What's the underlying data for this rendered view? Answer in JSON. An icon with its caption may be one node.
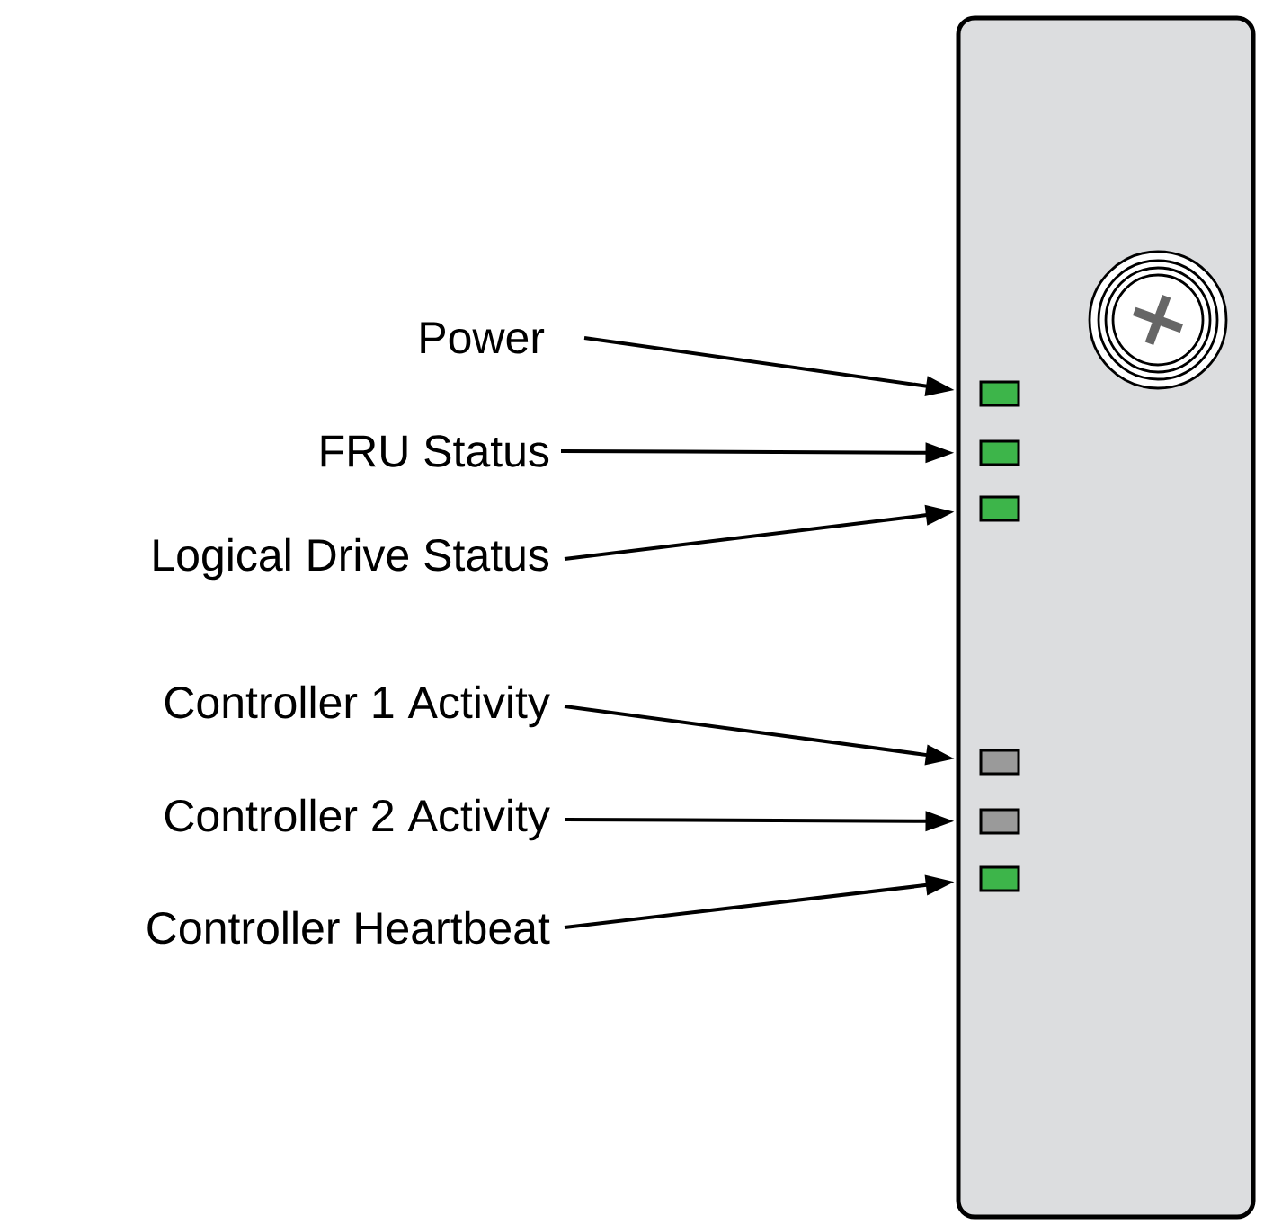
{
  "diagram": {
    "nodes": [
      {
        "text": [
          "Power"
        ]
      },
      {
        "text": [
          "FRU Status"
        ]
      },
      {
        "text": [
          "Logical Drive Status"
        ]
      },
      {
        "text": [
          "Controller 1 Activity"
        ]
      },
      {
        "text": [
          "Controller 2 Activity"
        ]
      },
      {
        "text": [
          "Controller Heartbeat"
        ]
      },
      {
        "text": [],
        "shape": "box"
      },
      {
        "text": [],
        "shape": "box"
      },
      {
        "text": [],
        "shape": "box"
      },
      {
        "text": [],
        "shape": "box"
      },
      {
        "text": [],
        "shape": "box"
      },
      {
        "text": [],
        "shape": "box"
      }
    ],
    "edges": [
      {
        "from": 0,
        "to": 6,
        "arrow": "to"
      },
      {
        "from": 1,
        "to": 7,
        "arrow": "to"
      },
      {
        "from": 2,
        "to": 8,
        "arrow": "to"
      },
      {
        "from": 3,
        "to": 9,
        "arrow": "to"
      },
      {
        "from": 4,
        "to": 10,
        "arrow": "to"
      },
      {
        "from": 5,
        "to": 11,
        "arrow": "to"
      }
    ]
  }
}
